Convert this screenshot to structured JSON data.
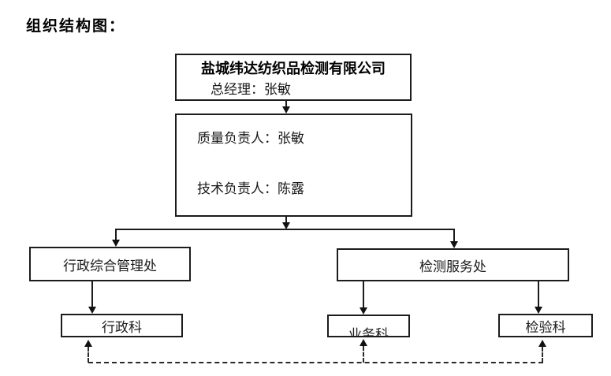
{
  "title": "组织结构图：",
  "colors": {
    "background": "#ffffff",
    "line": "#1c1c1c",
    "text": "#1a1a1a"
  },
  "org_chart": {
    "company": {
      "name": "盐城纬达纺织品检测有限公司",
      "general_manager": "总经理：张敏"
    },
    "management": {
      "quality_manager": "质量负责人：张敏",
      "technical_manager": "技术负责人：陈露"
    },
    "departments": {
      "admin_office": "行政综合管理处",
      "testing_office": "检测服务处"
    },
    "sections": {
      "admin": "行政科",
      "business": "业务科",
      "inspection": "检验科"
    }
  }
}
